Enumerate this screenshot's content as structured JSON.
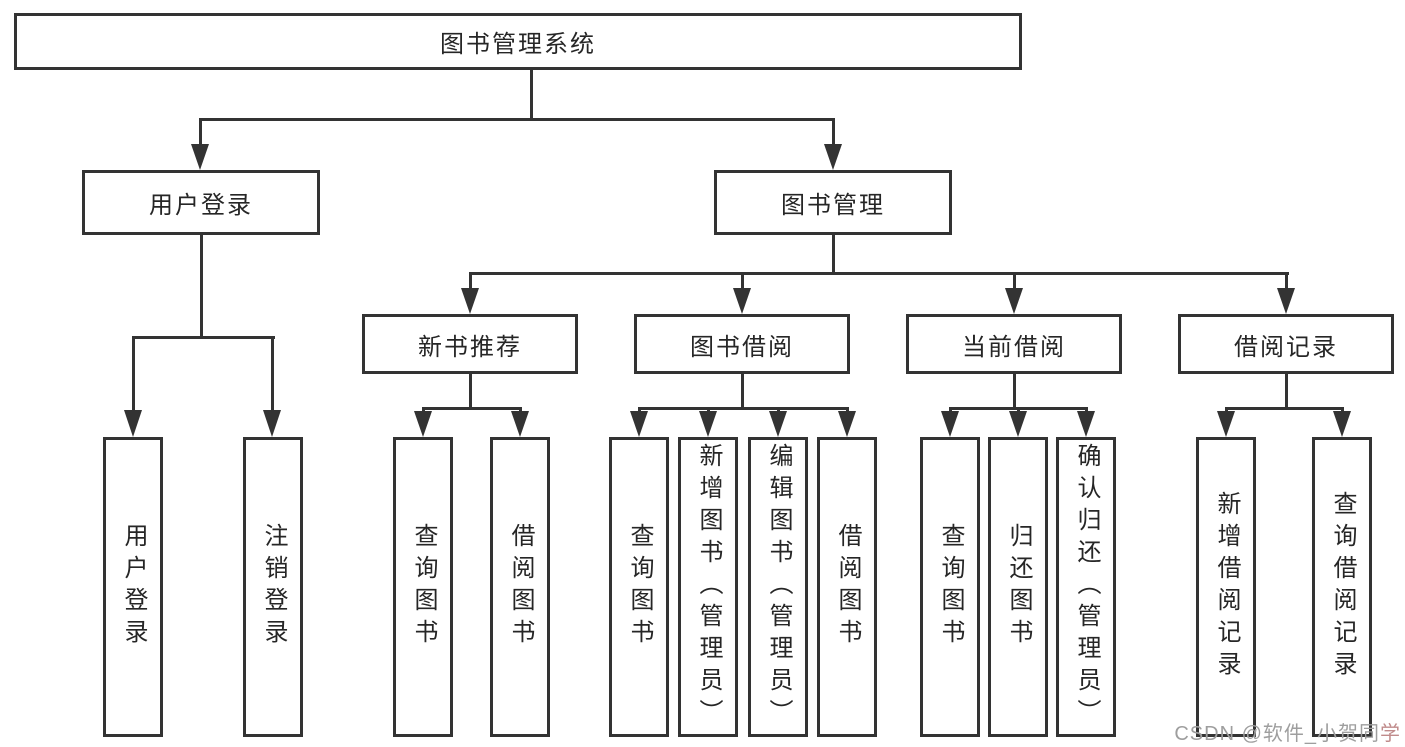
{
  "diagram": {
    "root": {
      "label": "图书管理系统"
    },
    "level2": [
      {
        "label": "用户登录"
      },
      {
        "label": "图书管理"
      }
    ],
    "level3": [
      {
        "label": "新书推荐"
      },
      {
        "label": "图书借阅"
      },
      {
        "label": "当前借阅"
      },
      {
        "label": "借阅记录"
      }
    ],
    "leaves": {
      "user": [
        "用户登录",
        "注销登录"
      ],
      "newbook": [
        "查询图书",
        "借阅图书"
      ],
      "borrow": [
        "查询图书",
        "新增图书（管理员）",
        "编辑图书（管理员）",
        "借阅图书"
      ],
      "current": [
        "查询图书",
        "归还图书",
        "确认归还（管理员）"
      ],
      "records": [
        "新增借阅记录",
        "查询借阅记录"
      ]
    },
    "colors": {
      "line": "#333333",
      "text": "#262626",
      "background": "#ffffff"
    }
  },
  "watermark": {
    "prefix": "CSDN @软件_小贺同",
    "accent": "学"
  }
}
